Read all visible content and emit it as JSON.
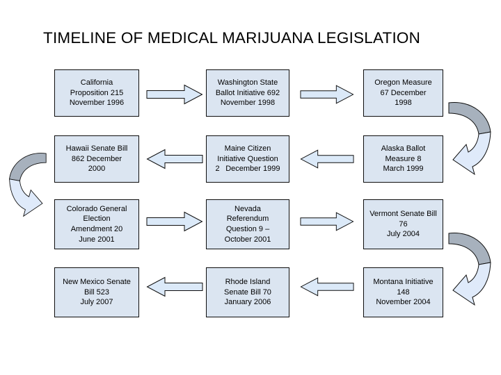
{
  "title": "TIMELINE OF MEDICAL MARIJUANA LEGISLATION",
  "colors": {
    "background": "#ffffff",
    "box_fill": "#dbe5f1",
    "box_border": "#0d0d0d",
    "arrow_fill": "#dbe9f8",
    "curved_arrow_gray": "#a7b1bd",
    "curved_arrow_blue": "#dfeafa"
  },
  "boxes": [
    {
      "id": "california",
      "label": "California\nProposition 215\nNovember 1996"
    },
    {
      "id": "washington",
      "label": "Washington State\nBallot Initiative 692\nNovember 1998"
    },
    {
      "id": "oregon",
      "label": "Oregon Measure\n67 December\n1998"
    },
    {
      "id": "hawaii",
      "label": "Hawaii Senate Bill\n862 December\n2000"
    },
    {
      "id": "maine",
      "label": "Maine Citizen\nInitiative Question\n2  December 1999"
    },
    {
      "id": "alaska",
      "label": "Alaska Ballot\nMeasure 8\nMarch 1999"
    },
    {
      "id": "colorado",
      "label": "Colorado General\nElection\nAmendment 20\nJune 2001"
    },
    {
      "id": "nevada",
      "label": "Nevada\nReferendum\nQuestion 9 –\nOctober 2001"
    },
    {
      "id": "vermont",
      "label": "Vermont Senate Bill\n76\nJuly 2004"
    },
    {
      "id": "new-mexico",
      "label": "New Mexico Senate\nBill 523\nJuly 2007"
    },
    {
      "id": "rhode-island",
      "label": "Rhode Island\nSenate Bill 70\nJanuary 2006"
    },
    {
      "id": "montana",
      "label": "Montana Initiative\n148\nNovember 2004"
    }
  ],
  "flow_arrows": [
    {
      "from": "california",
      "to": "washington",
      "direction": "right"
    },
    {
      "from": "washington",
      "to": "oregon",
      "direction": "right"
    },
    {
      "from": "oregon",
      "to": "alaska",
      "direction": "curved-down-right"
    },
    {
      "from": "alaska",
      "to": "maine",
      "direction": "left"
    },
    {
      "from": "maine",
      "to": "hawaii",
      "direction": "left"
    },
    {
      "from": "hawaii",
      "to": "colorado",
      "direction": "curved-down-left"
    },
    {
      "from": "colorado",
      "to": "nevada",
      "direction": "right"
    },
    {
      "from": "nevada",
      "to": "vermont",
      "direction": "right"
    },
    {
      "from": "vermont",
      "to": "montana",
      "direction": "curved-down-right"
    },
    {
      "from": "montana",
      "to": "rhode-island",
      "direction": "left"
    },
    {
      "from": "rhode-island",
      "to": "new-mexico",
      "direction": "left"
    }
  ]
}
